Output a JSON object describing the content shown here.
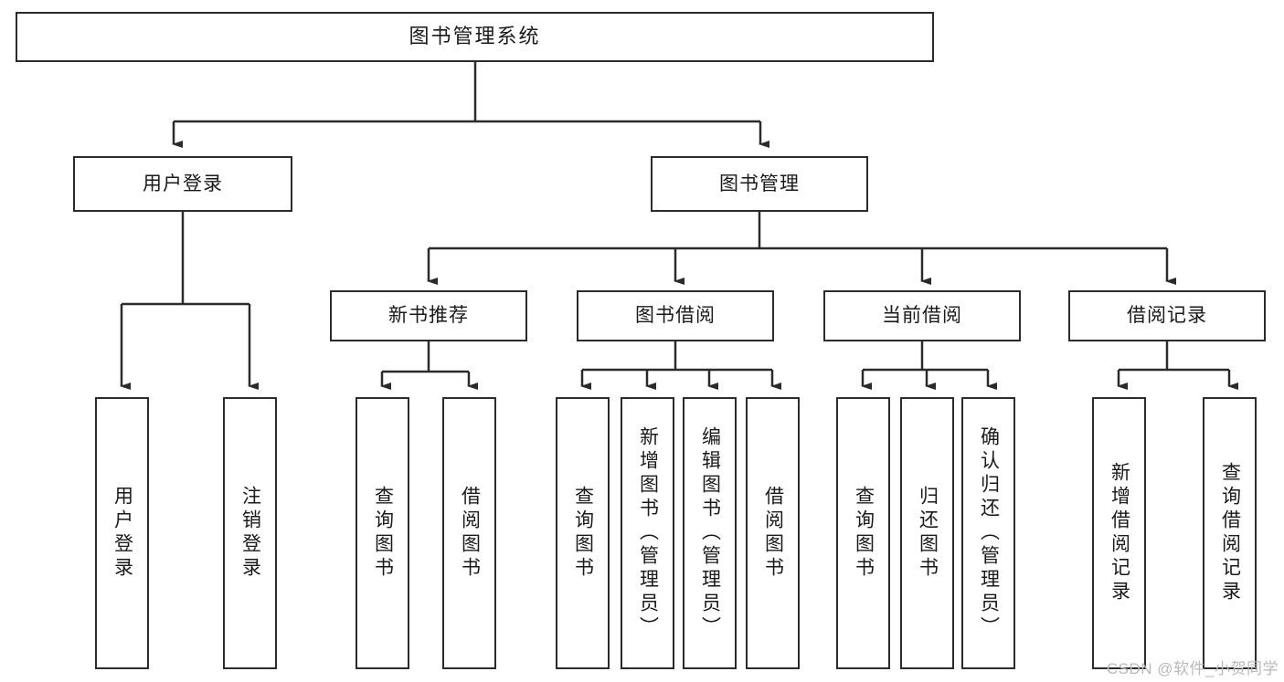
{
  "diagram": {
    "title": "图书管理系统",
    "style": {
      "box_border": "#2b2b2b",
      "box_fill": "#ffffff",
      "line": "#2b2b2b",
      "text": "#1a1a1a",
      "watermark": "#b9b9b9"
    },
    "nodes": {
      "root": {
        "label": "图书管理系统"
      },
      "level2": [
        {
          "id": "user-login",
          "label": "用户登录"
        },
        {
          "id": "book-manage",
          "label": "图书管理"
        }
      ],
      "level3": [
        {
          "id": "new-book-recommend",
          "label": "新书推荐"
        },
        {
          "id": "book-borrow",
          "label": "图书借阅"
        },
        {
          "id": "current-borrow",
          "label": "当前借阅"
        },
        {
          "id": "borrow-record",
          "label": "借阅记录"
        }
      ],
      "leaves": [
        {
          "id": "leaf-user-login",
          "label": "用户登录"
        },
        {
          "id": "leaf-user-logout",
          "label": "注销登录"
        },
        {
          "id": "leaf-query-book-1",
          "label": "查询图书"
        },
        {
          "id": "leaf-borrow-book-1",
          "label": "借阅图书"
        },
        {
          "id": "leaf-query-book-2",
          "label": "查询图书"
        },
        {
          "id": "leaf-add-book",
          "label": "新增图书（管理员）"
        },
        {
          "id": "leaf-edit-book",
          "label": "编辑图书（管理员）"
        },
        {
          "id": "leaf-borrow-book-2",
          "label": "借阅图书"
        },
        {
          "id": "leaf-query-book-3",
          "label": "查询图书"
        },
        {
          "id": "leaf-return-book",
          "label": "归还图书"
        },
        {
          "id": "leaf-confirm-return",
          "label": "确认归还（管理员）"
        },
        {
          "id": "leaf-add-record",
          "label": "新增借阅记录"
        },
        {
          "id": "leaf-query-record",
          "label": "查询借阅记录"
        }
      ]
    },
    "watermark": "CSDN @软件_小贺同学"
  }
}
